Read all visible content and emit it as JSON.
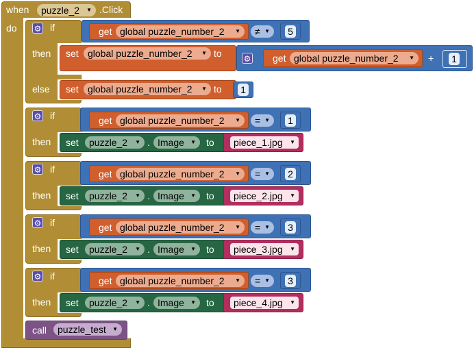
{
  "event": {
    "when": "when",
    "component": "puzzle_2",
    "event_name": ".Click",
    "do": "do"
  },
  "if1": {
    "if": "if",
    "get": "get",
    "var": "global puzzle_number_2",
    "op": "≠",
    "value": "5",
    "then": "then",
    "set": "set",
    "set_var": "global puzzle_number_2",
    "to": "to",
    "inner_get": "get",
    "inner_var": "global puzzle_number_2",
    "plus": "+",
    "add_value": "1",
    "else": "else",
    "else_set": "set",
    "else_var": "global puzzle_number_2",
    "else_to": "to",
    "else_value": "1"
  },
  "image_ifs": [
    {
      "if": "if",
      "get": "get",
      "var": "global puzzle_number_2",
      "op": "=",
      "value": "1",
      "then": "then",
      "set": "set",
      "component": "puzzle_2",
      "dot": ".",
      "property": "Image",
      "to": "to",
      "file": "piece_1.jpg"
    },
    {
      "if": "if",
      "get": "get",
      "var": "global puzzle_number_2",
      "op": "=",
      "value": "2",
      "then": "then",
      "set": "set",
      "component": "puzzle_2",
      "dot": ".",
      "property": "Image",
      "to": "to",
      "file": "piece_2.jpg"
    },
    {
      "if": "if",
      "get": "get",
      "var": "global puzzle_number_2",
      "op": "=",
      "value": "3",
      "then": "then",
      "set": "set",
      "component": "puzzle_2",
      "dot": ".",
      "property": "Image",
      "to": "to",
      "file": "piece_3.jpg"
    },
    {
      "if": "if",
      "get": "get",
      "var": "global puzzle_number_2",
      "op": "=",
      "value": "3",
      "then": "then",
      "set": "set",
      "component": "puzzle_2",
      "dot": ".",
      "property": "Image",
      "to": "to",
      "file": "piece_4.jpg"
    }
  ],
  "call": {
    "call": "call",
    "procedure": "puzzle_test"
  },
  "colors": {
    "event": "#b18e35",
    "variable": "#d05f2d",
    "math": "#3f71b5",
    "component": "#266643",
    "text": "#b32d5e",
    "procedure": "#7c5385"
  },
  "icons": {
    "dropdown": "triangle-down-icon",
    "mutator": "gear-icon"
  }
}
